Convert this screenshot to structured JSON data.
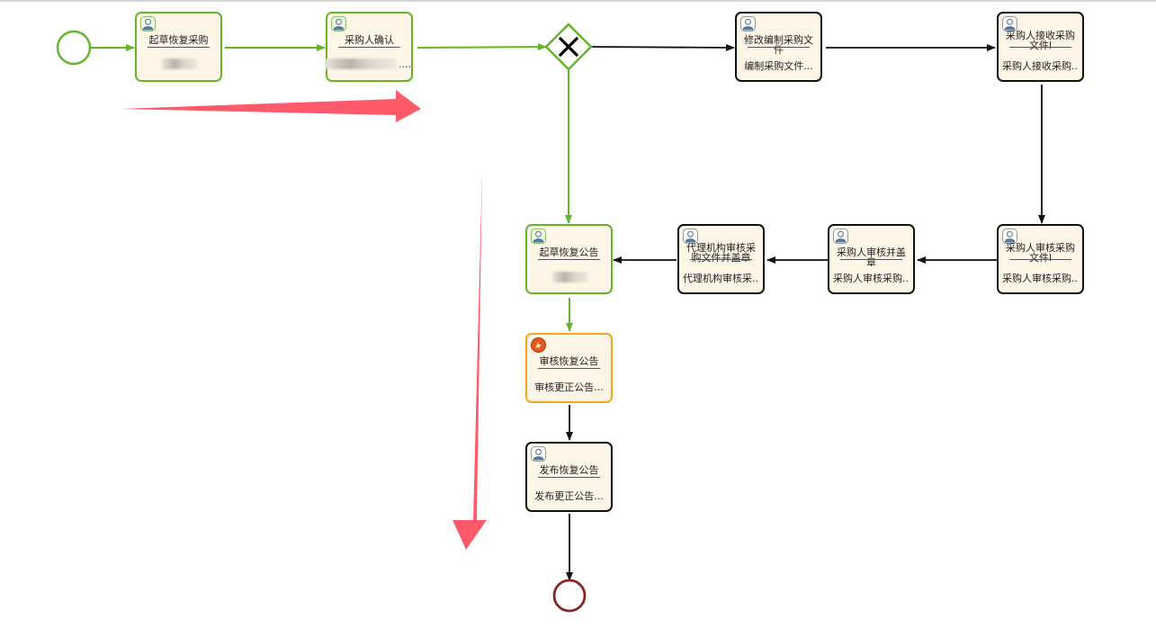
{
  "colors": {
    "completed": "#62b52c",
    "active": "#f4a61c",
    "pending": "#111111",
    "end_event": "#8a2424",
    "annotation_arrow": "#ff5a6a",
    "task_fill": "#fdf6e6"
  },
  "gateway": {
    "type": "exclusive",
    "icon": "x-icon"
  },
  "tasks": {
    "start_resume_procurement": {
      "title": "起草恢复采购",
      "icon": "user-icon",
      "status": "completed"
    },
    "purchaser_confirm": {
      "title": "采购人确认",
      "icon": "user-icon",
      "status": "completed"
    },
    "modify_procurement_doc": {
      "title": "修改编制采购文件",
      "desc": "编制采购文件...",
      "icon": "user-icon",
      "status": "pending"
    },
    "purchaser_receive_doc": {
      "title": "采购人接收采购文件l",
      "desc": "采购人接收采购...",
      "icon": "user-icon",
      "status": "pending"
    },
    "purchaser_review_doc": {
      "title": "采购人审核采购文件l",
      "desc": "采购人审核采购...",
      "icon": "user-icon",
      "status": "pending"
    },
    "purchaser_review_seal": {
      "title": "采购人审核并盖章",
      "desc": "采购人审核采购...",
      "icon": "user-icon",
      "status": "pending"
    },
    "agency_review_seal": {
      "title": "代理机构审核采购文件并盖章",
      "desc": "代理机构审核采...",
      "icon": "user-icon",
      "status": "pending"
    },
    "draft_resume_notice": {
      "title": "起草恢复公告",
      "icon": "user-icon",
      "status": "completed"
    },
    "review_resume_notice": {
      "title": "审核恢复公告",
      "desc": "审核更正公告...",
      "icon": "script-task-icon",
      "status": "active"
    },
    "publish_resume_notice": {
      "title": "发布恢复公告",
      "desc": "发布更正公告...",
      "icon": "user-icon",
      "status": "pending"
    }
  },
  "redacted_ellipsis": "...."
}
